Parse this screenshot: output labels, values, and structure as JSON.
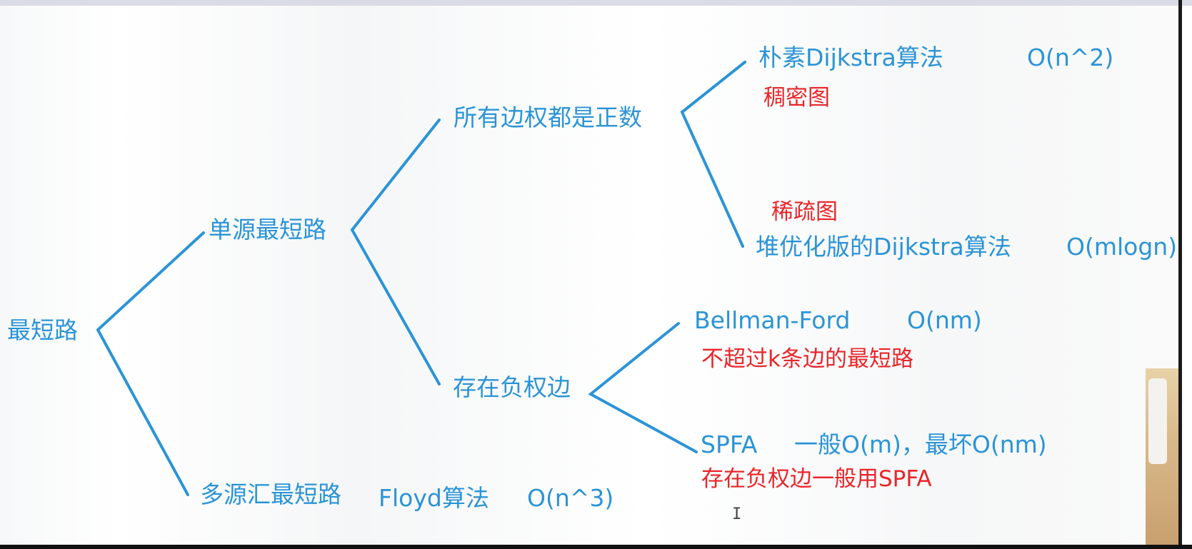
{
  "tree": {
    "root": "最短路",
    "single_source": "单源最短路",
    "all_positive": "所有边权都是正数",
    "naive_dijkstra": {
      "name": "朴素Dijkstra算法",
      "complexity": "O(n^2)",
      "note": "稠密图"
    },
    "heap_dijkstra": {
      "name": "堆优化版的Dijkstra算法",
      "complexity": "O(mlogn)",
      "note": "稀疏图"
    },
    "negative_edges": "存在负权边",
    "bellman_ford": {
      "name": "Bellman-Ford",
      "complexity": "O(nm)",
      "note": "不超过k条边的最短路"
    },
    "spfa": {
      "name": "SPFA",
      "complexity": "一般O(m)，最坏O(nm)",
      "note": "存在负权边一般用SPFA"
    },
    "multi_source": "多源汇最短路",
    "floyd": {
      "name": "Floyd算法",
      "complexity": "O(n^3)"
    }
  },
  "colors": {
    "line": "#2b94d6",
    "text": "#2b94d6",
    "note": "#e8262a"
  },
  "cursor_glyph": "I"
}
